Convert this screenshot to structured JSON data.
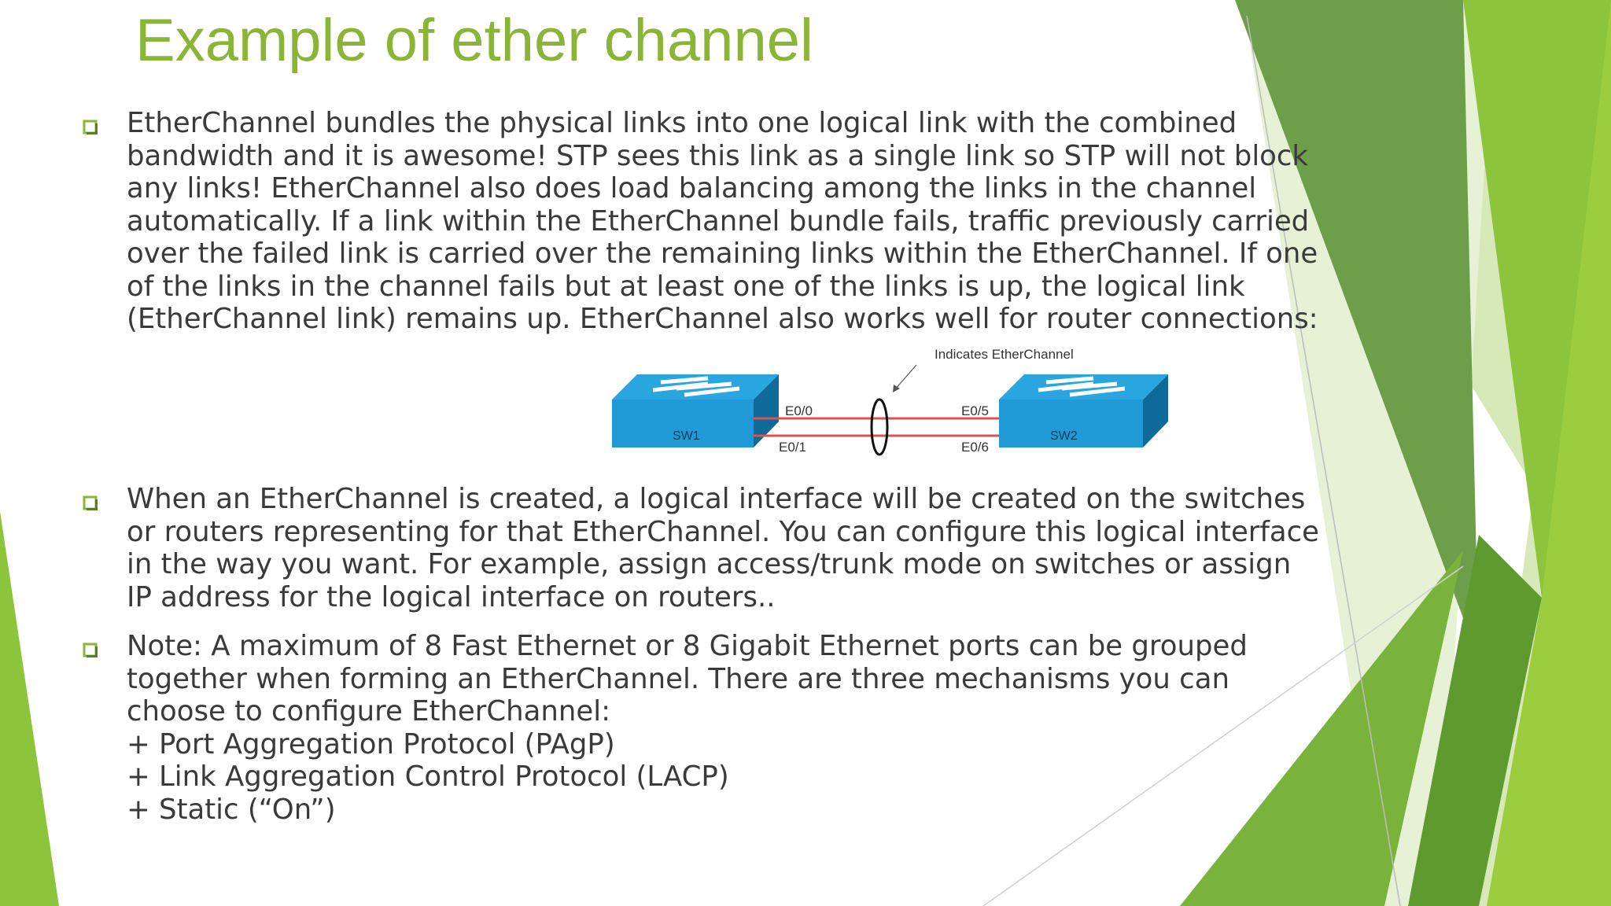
{
  "slide": {
    "title": "Example of ether channel",
    "bullets": [
      {
        "text": "EtherChannel bundles the physical links into one logical link with the combined bandwidth and it is awesome! STP sees this link as a single link so STP will not block any links! EtherChannel also does load balancing among the links in the channel automatically. If a link within the EtherChannel bundle fails, traffic previously carried over the failed link is carried over the remaining links within the EtherChannel. If one of the links in the channel fails but at least one of the links is up, the logical link (EtherChannel link) remains up. EtherChannel also works well for router connections:"
      },
      {
        "text": "When an EtherChannel is created, a logical interface will be created on the switches or routers representing for that EtherChannel. You can configure this logical interface in the way you want. For example, assign access/trunk mode on switches or assign IP address for the logical interface on routers.."
      },
      {
        "text": "Note: A maximum of 8 Fast Ethernet or 8 Gigabit Ethernet ports can be grouped together when forming an EtherChannel. There are three mechanisms you can choose to configure EtherChannel:\n+ Port Aggregation Protocol (PAgP)\n+ Link Aggregation Control Protocol (LACP)\n+ Static (“On”)"
      }
    ]
  },
  "diagram": {
    "annotation": "Indicates EtherChannel",
    "switch_left": "SW1",
    "switch_right": "SW2",
    "port_left_top": "E0/0",
    "port_left_bottom": "E0/1",
    "port_right_top": "E0/5",
    "port_right_bottom": "E0/6"
  },
  "colors": {
    "title": "#8ab536",
    "accent": "#8cc43c",
    "bullet_mark": "#8ab536",
    "switch_blue": "#1f9ad6",
    "link": "#d9534f"
  }
}
